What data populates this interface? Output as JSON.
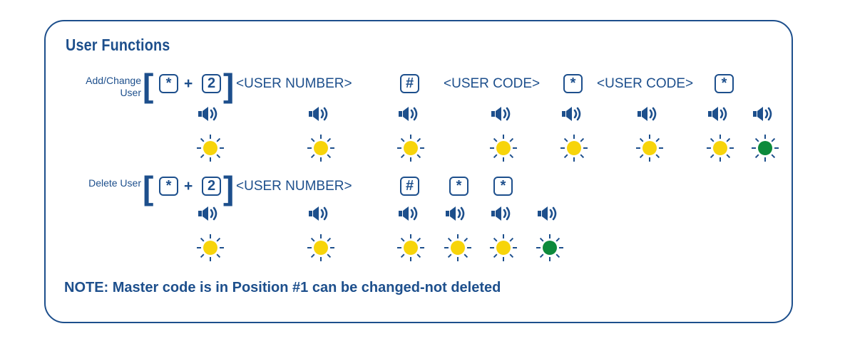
{
  "title": "User Functions",
  "colors": {
    "primary": "#1d4f8c",
    "led_yellow": "#f7d40a",
    "led_green": "#0d8a3c"
  },
  "add_change": {
    "label_line1": "Add/Change",
    "label_line2": "User",
    "key_star": "*",
    "plus": "+",
    "key_2": "2",
    "user_number": "<USER NUMBER>",
    "key_hash": "#",
    "user_code_1": "<USER CODE>",
    "key_star_2": "*",
    "user_code_2": "<USER CODE>",
    "key_star_3": "*",
    "beep_icon": "speaker-icon",
    "led_colors": [
      "yellow",
      "yellow",
      "yellow",
      "yellow",
      "yellow",
      "yellow",
      "yellow",
      "green"
    ]
  },
  "delete": {
    "label": "Delete User",
    "key_star": "*",
    "plus": "+",
    "key_2": "2",
    "user_number": "<USER NUMBER>",
    "key_hash": "#",
    "key_star_2": "*",
    "key_star_3": "*",
    "beep_icon": "speaker-icon",
    "led_colors": [
      "yellow",
      "yellow",
      "yellow",
      "yellow",
      "yellow",
      "green"
    ]
  },
  "note": "NOTE: Master code is in Position #1 can be changed-not deleted"
}
